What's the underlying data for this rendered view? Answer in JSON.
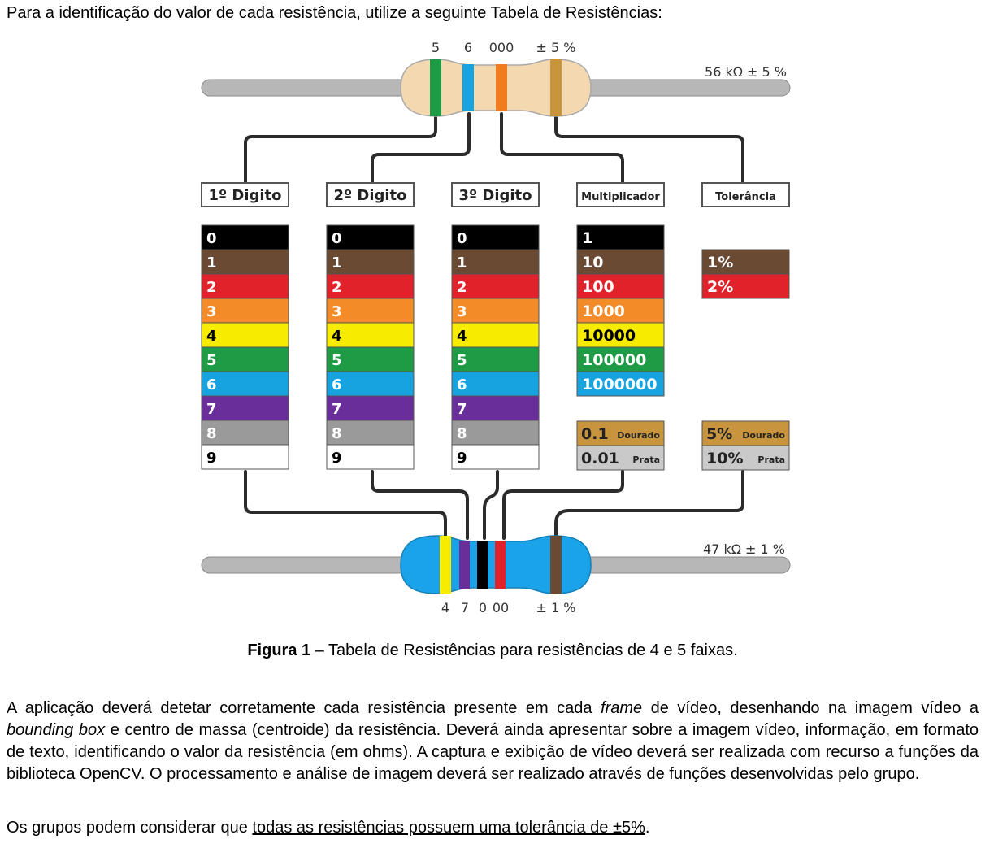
{
  "intro": "Para a identificação do valor de cada resistência, utilize a seguinte Tabela de Resistências:",
  "figure": {
    "top_resistor": {
      "value_label": "56 kΩ ± 5 %",
      "band_labels": [
        "5",
        "6",
        "000",
        "± 5 %"
      ],
      "body_color": "#f4d9b0",
      "band_colors": [
        "#1f9a45",
        "#16a3e0",
        "#f07c1d",
        "#c8943e"
      ]
    },
    "bottom_resistor": {
      "value_label": "47 kΩ ± 1 %",
      "band_labels": [
        "4",
        "7",
        "0",
        "00",
        "± 1 %"
      ],
      "body_color": "#1aa3e8",
      "band_colors": [
        "#f7ec00",
        "#6a2e9a",
        "#000000",
        "#e0232b",
        "#6b4a33"
      ]
    },
    "headers": [
      "1º Digito",
      "2º Digito",
      "3º Digito",
      "Multiplicador",
      "Tolerância"
    ],
    "digit_colors": [
      {
        "value": "0",
        "color": "#000000",
        "text": "#ffffff"
      },
      {
        "value": "1",
        "color": "#6b4a33",
        "text": "#ffffff"
      },
      {
        "value": "2",
        "color": "#e0232b",
        "text": "#ffffff"
      },
      {
        "value": "3",
        "color": "#f38b28",
        "text": "#ffffff"
      },
      {
        "value": "4",
        "color": "#f7ec00",
        "text": "#000000"
      },
      {
        "value": "5",
        "color": "#1f9a45",
        "text": "#ffffff"
      },
      {
        "value": "6",
        "color": "#16a3e0",
        "text": "#ffffff"
      },
      {
        "value": "7",
        "color": "#6a2e9a",
        "text": "#ffffff"
      },
      {
        "value": "8",
        "color": "#9a9a9a",
        "text": "#ffffff"
      },
      {
        "value": "9",
        "color": "#ffffff",
        "text": "#000000"
      }
    ],
    "multiplier": [
      {
        "value": "1",
        "color": "#000000",
        "text": "#ffffff"
      },
      {
        "value": "10",
        "color": "#6b4a33",
        "text": "#ffffff"
      },
      {
        "value": "100",
        "color": "#e0232b",
        "text": "#ffffff"
      },
      {
        "value": "1000",
        "color": "#f38b28",
        "text": "#ffffff"
      },
      {
        "value": "10000",
        "color": "#f7ec00",
        "text": "#000000"
      },
      {
        "value": "100000",
        "color": "#1f9a45",
        "text": "#ffffff"
      },
      {
        "value": "1000000",
        "color": "#16a3e0",
        "text": "#ffffff"
      }
    ],
    "multiplier_special": [
      {
        "value": "0.1",
        "name": "Dourado",
        "color": "#c8943e"
      },
      {
        "value": "0.01",
        "name": "Prata",
        "color": "#c9c9c9"
      }
    ],
    "tolerance": [
      {
        "value": "1%",
        "color": "#6b4a33",
        "text": "#ffffff"
      },
      {
        "value": "2%",
        "color": "#e0232b",
        "text": "#ffffff"
      }
    ],
    "tolerance_special": [
      {
        "value": "5%",
        "name": "Dourado",
        "color": "#c8943e"
      },
      {
        "value": "10%",
        "name": "Prata",
        "color": "#c9c9c9"
      }
    ]
  },
  "caption": {
    "bold": "Figura 1",
    "rest": " – Tabela de Resistências para resistências de 4 e 5 faixas."
  },
  "paragraph": {
    "p1": "A aplicação deverá detetar corretamente cada resistência presente em cada ",
    "i1": "frame",
    "p2": " de vídeo, desenhando na imagem vídeo a ",
    "i2": "bounding box",
    "p3": " e centro de massa (centroide) da resistência. Deverá ainda apresentar sobre a imagem vídeo, informação, em formato de texto, identificando o valor da resistência (em ohms). A captura e exibição de vídeo deverá ser realizada com recurso a funções da biblioteca OpenCV. O processamento e análise de imagem deverá ser realizado através de funções desenvolvidas pelo grupo."
  },
  "paragraph2": {
    "plain": "Os grupos podem considerar que ",
    "underlined": "todas as resistências possuem uma tolerância de ±5%",
    "end": "."
  }
}
